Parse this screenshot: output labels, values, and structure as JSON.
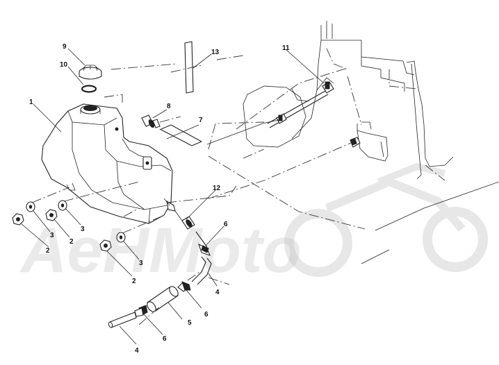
{
  "diagram": {
    "watermark_text": "AeHMoto",
    "callouts": [
      {
        "id": "c1",
        "text": "1"
      },
      {
        "id": "c2a",
        "text": "2"
      },
      {
        "id": "c2b",
        "text": "2"
      },
      {
        "id": "c2c",
        "text": "2"
      },
      {
        "id": "c3a",
        "text": "3"
      },
      {
        "id": "c3b",
        "text": "3"
      },
      {
        "id": "c3c",
        "text": "3"
      },
      {
        "id": "c4a",
        "text": "4"
      },
      {
        "id": "c4b",
        "text": "4"
      },
      {
        "id": "c5",
        "text": "5"
      },
      {
        "id": "c6a",
        "text": "6"
      },
      {
        "id": "c6b",
        "text": "6"
      },
      {
        "id": "c6c",
        "text": "6"
      },
      {
        "id": "c7",
        "text": "7"
      },
      {
        "id": "c8",
        "text": "8"
      },
      {
        "id": "c9",
        "text": "9"
      },
      {
        "id": "c10",
        "text": "10"
      },
      {
        "id": "c11",
        "text": "11"
      },
      {
        "id": "c12",
        "text": "12"
      },
      {
        "id": "c13",
        "text": "13"
      }
    ]
  }
}
